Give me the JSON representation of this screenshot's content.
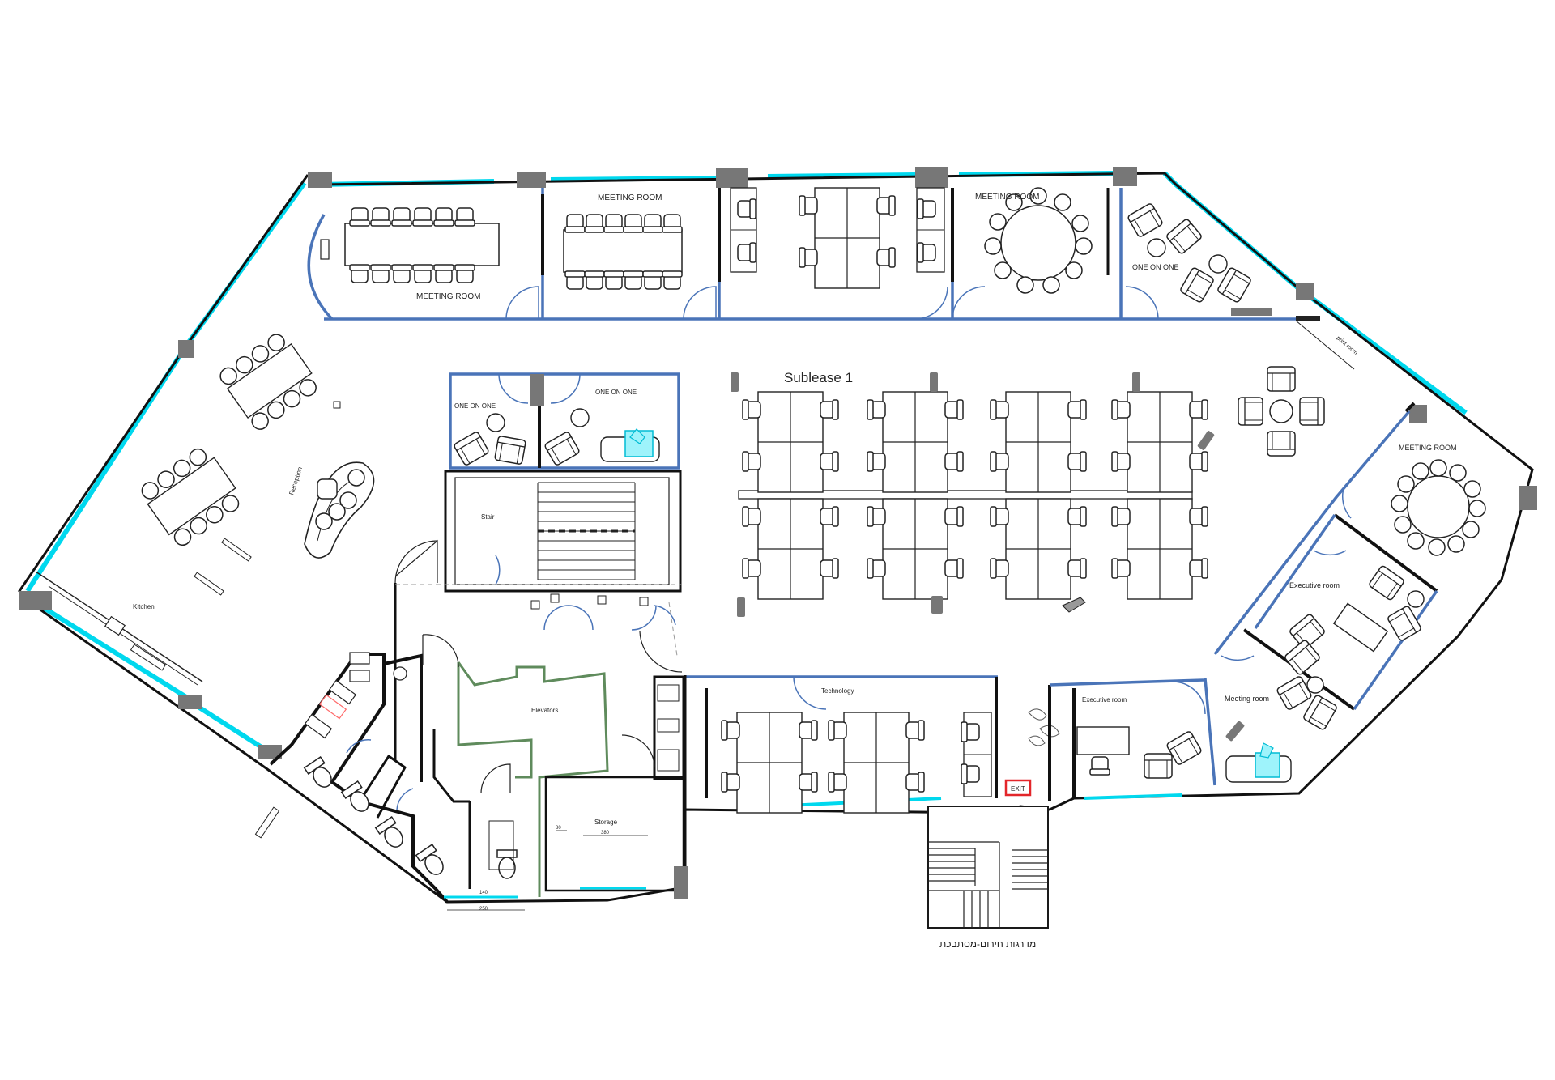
{
  "labels": {
    "meeting_room_a": "MEETING ROOM",
    "meeting_room_b": "MEETING ROOM",
    "meeting_room_c": "MEETING ROOM",
    "meeting_room_d": "MEETING ROOM",
    "one_on_one_ne": "ONE ON ONE",
    "one_on_one_left": "ONE ON ONE",
    "one_on_one_right": "ONE ON ONE",
    "sublease": "Sublease 1",
    "reception": "Reception",
    "kitchen": "Kitchen",
    "stair": "Stair",
    "elevators": "Elevators",
    "storage": "Storage",
    "technology": "Technology",
    "executive_room_a": "Executive room",
    "executive_room_b": "Executive room",
    "meeting_room_small": "Meeting room",
    "print_room": "print room",
    "exit_sign": "EXIT",
    "hebrew_note": "מדרגות חירום-מסתבכת",
    "dim_a": "80",
    "dim_b": "380",
    "dim_c": "140",
    "dim_d": "250"
  },
  "colors": {
    "wall": "#111111",
    "glazing": "#00d8ee",
    "partition": "#4a74b8",
    "core": "#5f8b5c",
    "exit": "#e3262a"
  }
}
